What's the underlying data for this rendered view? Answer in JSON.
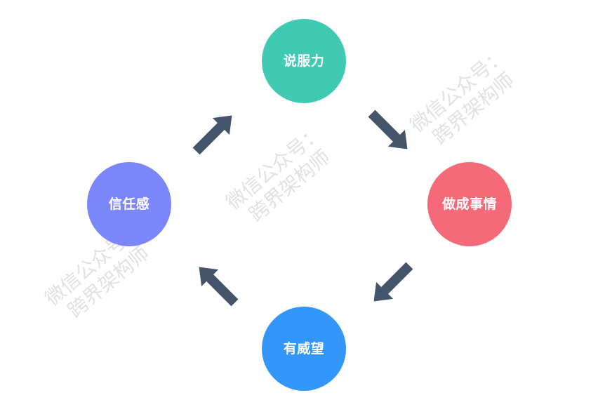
{
  "diagram": {
    "nodes": [
      {
        "id": "persuasion",
        "label": "说服力",
        "color": "#40c9b3"
      },
      {
        "id": "get-things-done",
        "label": "做成事情",
        "color": "#f56a79"
      },
      {
        "id": "prestige",
        "label": "有威望",
        "color": "#3296fa"
      },
      {
        "id": "trust",
        "label": "信任感",
        "color": "#7b86fb"
      }
    ],
    "edges": [
      {
        "from": "trust",
        "to": "persuasion"
      },
      {
        "from": "persuasion",
        "to": "get-things-done"
      },
      {
        "from": "get-things-done",
        "to": "prestige"
      },
      {
        "from": "prestige",
        "to": "trust"
      }
    ],
    "arrow_color": "#44546a"
  },
  "watermark": {
    "line1": "微信公众号：",
    "line2": "跨界架构师"
  }
}
